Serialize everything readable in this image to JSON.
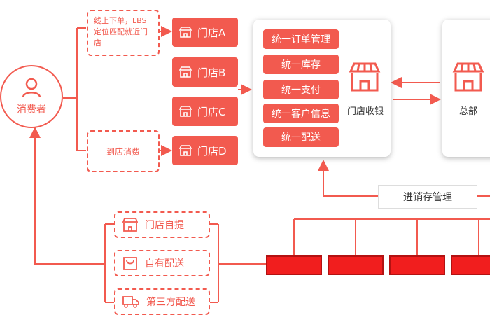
{
  "consumer": {
    "label": "消费者"
  },
  "channels": {
    "online": "线上下单，LBS定位匹配就近门店",
    "offline": "到店消费"
  },
  "stores": [
    "门店A",
    "门店B",
    "门店C",
    "门店D"
  ],
  "unified": [
    "统一订单管理",
    "统一库存",
    "统一支付",
    "统一客户信息",
    "统一配送"
  ],
  "pos": {
    "label": "门店收银"
  },
  "hq": {
    "label": "总部"
  },
  "inventory": {
    "label": "进销存管理"
  },
  "delivery": [
    "门店自提",
    "自有配送",
    "第三方配送"
  ],
  "colors": {
    "accent": "#f25a4f",
    "warehouse": "#f11e1e"
  }
}
